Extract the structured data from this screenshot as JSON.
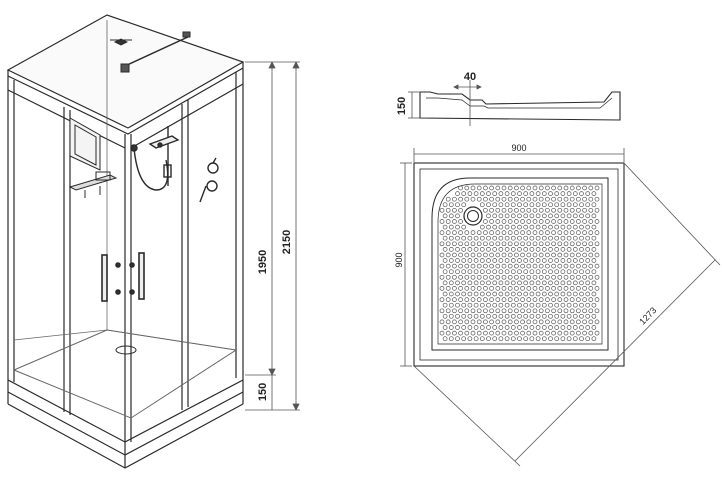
{
  "cabin": {
    "height_total": "2150",
    "height_glass": "1950",
    "height_tray": "150"
  },
  "tray_profile": {
    "height": "150",
    "lip": "40"
  },
  "tray_plan": {
    "width": "900",
    "depth": "900",
    "diagonal": "1273"
  },
  "colors": {
    "line": "#2a2a2a",
    "dim_line": "#555555",
    "dots": "#555555"
  }
}
